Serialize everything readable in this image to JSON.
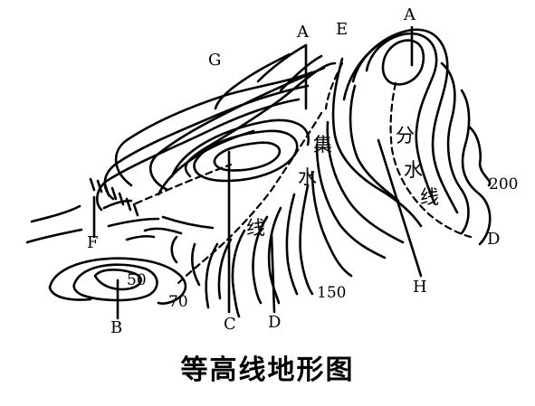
{
  "caption": "等高线地形图",
  "points": {
    "A_left": "A",
    "A_right": "A",
    "B": "B",
    "C": "C",
    "D_bottom": "D",
    "D_right": "D",
    "E": "E",
    "F": "F",
    "G": "G",
    "H": "H"
  },
  "contour_values": {
    "v50": "50",
    "v70": "70",
    "v150": "150",
    "v200": "200"
  },
  "line_labels": {
    "catchment": [
      "集",
      "水",
      "线"
    ],
    "divide": [
      "分",
      "水",
      "线"
    ]
  },
  "colors": {
    "ink": "#000000",
    "background": "#ffffff"
  }
}
